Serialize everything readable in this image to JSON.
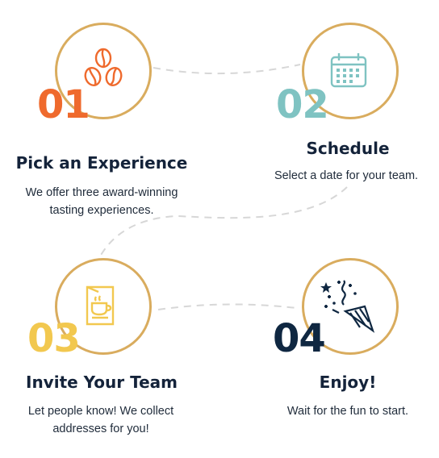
{
  "colors": {
    "ring": "#d9ac5e",
    "connector": "#d7d7d7",
    "title": "#14233a",
    "step1": "#ef6a2d",
    "step2": "#7fc3c2",
    "step3": "#f2c84f",
    "step4": "#0f2741"
  },
  "steps": [
    {
      "number": "01",
      "title": "Pick an Experience",
      "description": "We offer three award-winning tasting experiences.",
      "icon": "coffee-beans-icon"
    },
    {
      "number": "02",
      "title": "Schedule",
      "description": "Select a date for your team.",
      "icon": "calendar-icon"
    },
    {
      "number": "03",
      "title": "Invite Your Team",
      "description": "Let people know! We collect addresses for you!",
      "icon": "invitation-card-icon"
    },
    {
      "number": "04",
      "title": "Enjoy!",
      "description": "Wait for the fun to start.",
      "icon": "party-popper-icon"
    }
  ]
}
